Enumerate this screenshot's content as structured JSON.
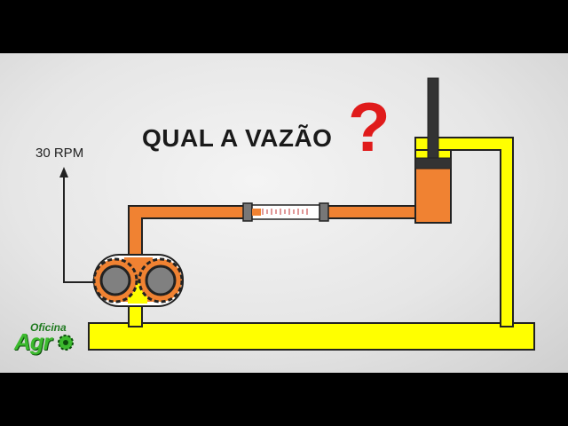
{
  "scene": {
    "title": "QUAL A VAZÃO",
    "question_mark": "?",
    "rpm_label": "30 RPM",
    "logo": {
      "line1": "Oficina",
      "line2": "Agr",
      "gear": "gear-icon"
    }
  },
  "colors": {
    "oil_pressurized": "#f08232",
    "oil_tank": "#ffff00",
    "outline": "#222222",
    "question": "#e01b1b",
    "logo_green": "#3cba2e"
  }
}
